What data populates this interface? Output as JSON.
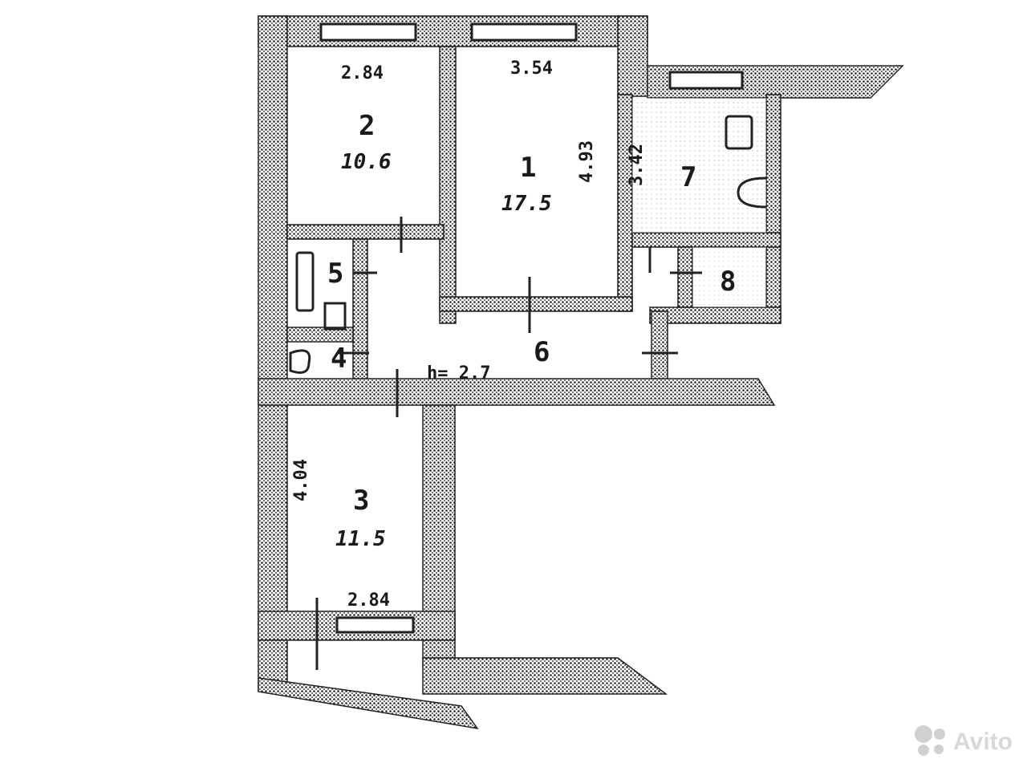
{
  "plan": {
    "rooms": [
      {
        "id": "1",
        "number": "1",
        "area": "17.5"
      },
      {
        "id": "2",
        "number": "2",
        "area": "10.6"
      },
      {
        "id": "3",
        "number": "3",
        "area": "11.5"
      },
      {
        "id": "4",
        "number": "4"
      },
      {
        "id": "5",
        "number": "5"
      },
      {
        "id": "6",
        "number": "6"
      },
      {
        "id": "7",
        "number": "7"
      },
      {
        "id": "8",
        "number": "8"
      }
    ],
    "dimensions": {
      "room2_width": "2.84",
      "room1_width": "3.54",
      "room1_depth": "4.93",
      "room7_depth": "3.42",
      "room3_depth": "4.04",
      "room3_width": "2.84",
      "ceiling": "h= 2.7"
    }
  },
  "watermark": {
    "text": "Avito"
  }
}
